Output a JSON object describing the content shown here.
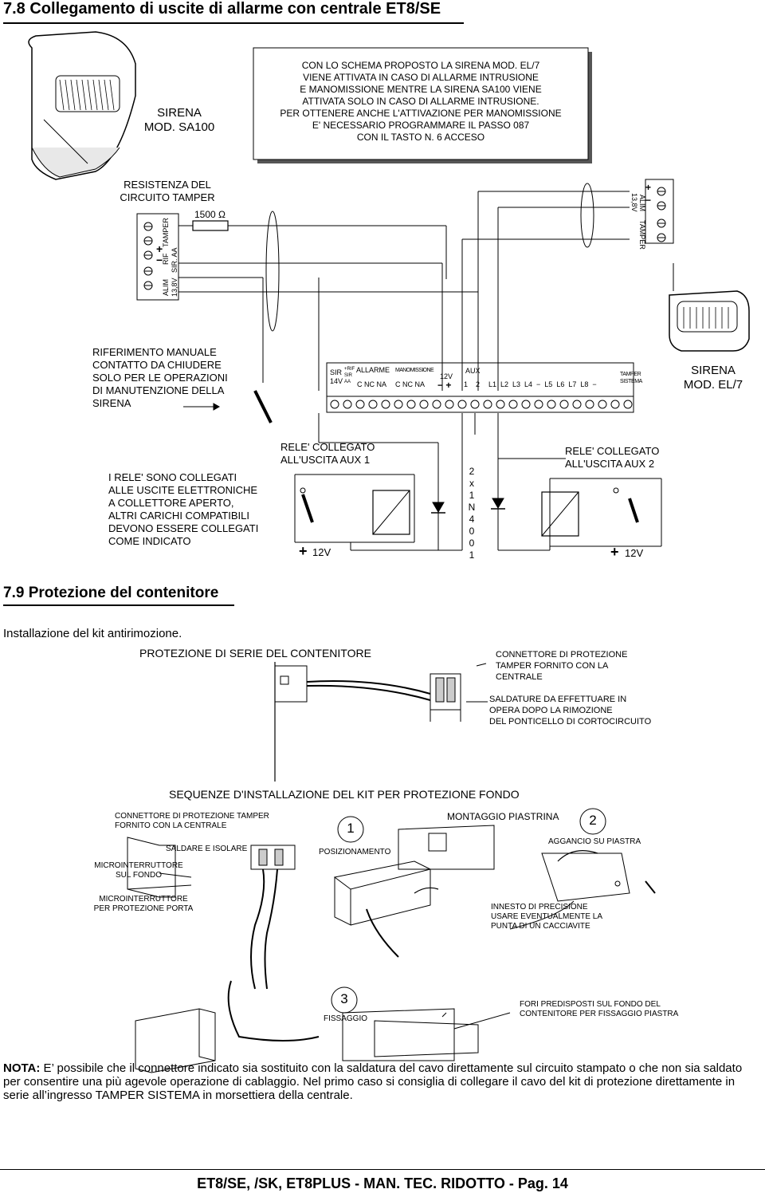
{
  "sec78": {
    "title": "7.8 Collegamento di uscite di allarme con centrale ET8/SE",
    "sa100_label": "SIRENA\nMOD. SA100",
    "note_box": "CON LO SCHEMA PROPOSTO LA SIRENA MOD. EL/7\nVIENE ATTIVATA  IN CASO DI ALLARME INTRUSIONE\nE MANOMISSIONE MENTRE LA SIRENA SA100 VIENE\nATTIVATA  SOLO IN CASO DI ALLARME INTRUSIONE.\nPER OTTENERE ANCHE L'ATTIVAZIONE PER MANOMISSIONE\nE' NECESSARIO PROGRAMMARE IL PASSO  087\nCON IL TASTO N. 6 ACCESO",
    "resistor_label": "RESISTENZA DEL\nCIRCUITO TAMPER",
    "resistor_value": "1500 Ω",
    "left_term": {
      "tamper": "TAMPER",
      "rif": "RIF",
      "sir_aa": "SIR. AA",
      "alim": "ALIM",
      "v138": "13,8V",
      "plus": "+",
      "minus": "−"
    },
    "right_term": {
      "alim": "ALIM",
      "v138": "13,8V",
      "tamper": "TAMPER",
      "plus": "+",
      "minus": "−"
    },
    "manual_ref": "RIFERIMENTO MANUALE\nCONTATTO DA CHIUDERE\nSOLO PER LE OPERAZIONI\nDI MANUTENZIONE DELLA\nSIRENA",
    "board": {
      "sir": "SIR\n14V",
      "rif": "+RIF\nSIR\nAA",
      "allarme": "ALLARME",
      "allarme_pins": "C  NC NA",
      "manomissione": "MANOMISSIONE",
      "mano_pins": "C  NC NA",
      "v12": "12V",
      "v12_pins": "−  +",
      "aux": "AUX",
      "aux_pins": "1    2",
      "lines": "L1  L2  L3  L4  −  L5  L6  L7  L8  −",
      "tamper_sistema": "TAMPER\nSISTEMA"
    },
    "el7_label": "SIRENA\nMOD. EL/7",
    "rele_note": "I RELE' SONO COLLEGATI\nALLE USCITE ELETTRONICHE\nA COLLETTORE APERTO,\nALTRI CARICHI COMPATIBILI\nDEVONO ESSERE COLLEGATI\nCOME INDICATO",
    "rele1": "RELE' COLLEGATO\nALL'USCITA  AUX 1",
    "rele2": "RELE' COLLEGATO\nALL'USCITA  AUX 2",
    "diode": "2\nx\n1\nN\n4\n0\n0\n1",
    "v12_left": "12V",
    "v12_right": "12V",
    "plus": "+"
  },
  "sec79": {
    "title": "7.9 Protezione  del  contenitore",
    "intro": "Installazione del kit antirimozione.",
    "serie": "PROTEZIONE DI SERIE DEL CONTENITORE",
    "conn_prot": "CONNETTORE DI PROTEZIONE\nTAMPER FORNITO CON LA\nCENTRALE",
    "saldature": "SALDATURE DA EFFETTUARE IN\nOPERA DOPO LA RIMOZIONE\nDEL PONTICELLO DI CORTOCIRCUITO",
    "sequenze": "SEQUENZE D'INSTALLAZIONE DEL KIT PER PROTEZIONE FONDO",
    "conn_tamper": "CONNETTORE DI PROTEZIONE TAMPER\nFORNITO CON LA  CENTRALE",
    "saldare": "SALDARE E ISOLARE",
    "micro_fondo": "MICROINTERRUTTORE\nSUL FONDO",
    "micro_porta": "MICROINTERRUTTORE\nPER PROTEZIONE PORTA",
    "step1": "1",
    "pos": "POSIZIONAMENTO",
    "montaggio": "MONTAGGIO PIASTRINA",
    "step2": "2",
    "aggancio": "AGGANCIO SU PIASTRA",
    "innesto": "INNESTO DI PRECISIONE\nUSARE EVENTUALMENTE LA\nPUNTA DI UN CACCIAVITE",
    "step3": "3",
    "fissaggio": "FISSAGGIO",
    "fori": "FORI PREDISPOSTI SUL FONDO DEL\nCONTENITORE PER FISSAGGIO PIASTRA"
  },
  "nota": {
    "label": "NOTA:",
    "text": " E’ possibile che il connettore indicato sia sostituito con la saldatura del cavo direttamente sul circuito stampato o che non sia saldato per consentire una più agevole operazione di cablaggio. Nel primo caso si consiglia di collegare il cavo del kit di protezione direttamente in serie all’ingresso TAMPER SISTEMA in morsettiera della centrale."
  },
  "footer": "ET8/SE, /SK, ET8PLUS - MAN. TEC. RIDOTTO - Pag. 14"
}
